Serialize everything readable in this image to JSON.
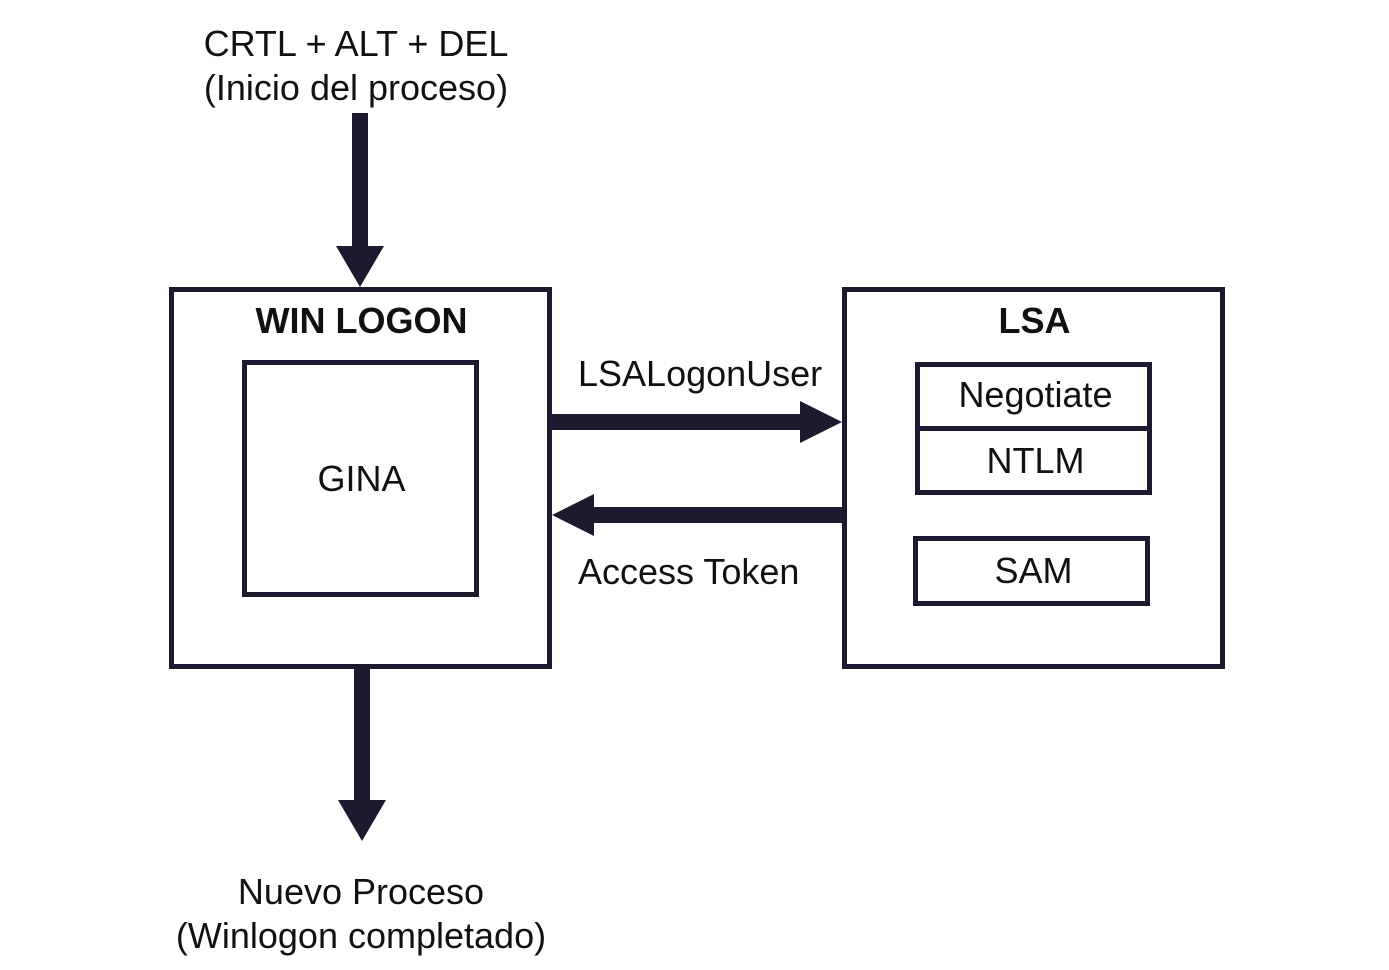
{
  "start": {
    "line1": "CRTL + ALT + DEL",
    "line2": "(Inicio del proceso)"
  },
  "winlogon": {
    "title": "WIN LOGON",
    "gina": "GINA"
  },
  "lsa": {
    "title": "LSA",
    "modules": [
      "Negotiate",
      "NTLM"
    ],
    "sam": "SAM"
  },
  "arrows": {
    "request": "LSALogonUser",
    "response": "Access Token"
  },
  "end": {
    "line1": "Nuevo Proceso",
    "line2": "(Winlogon completado)"
  },
  "colors": {
    "stroke": "#1c1a2e",
    "text": "#111111",
    "background": "#ffffff"
  }
}
